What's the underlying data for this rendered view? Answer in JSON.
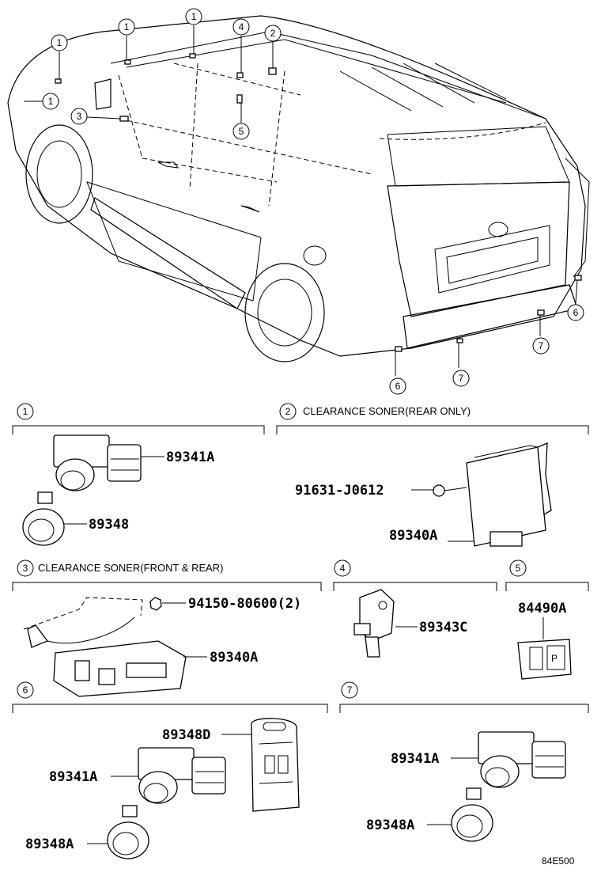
{
  "diagram": {
    "callouts": {
      "c1a": "1",
      "c1b": "1",
      "c1c": "1",
      "c1d": "1",
      "c2": "2",
      "c3": "3",
      "c4": "4",
      "c5": "5",
      "c6a": "6",
      "c6b": "6",
      "c7a": "7",
      "c7b": "7"
    },
    "sections": {
      "s1": {
        "num": "1",
        "caption": ""
      },
      "s2": {
        "num": "2",
        "caption": "CLEARANCE SONER(REAR ONLY)"
      },
      "s3": {
        "num": "3",
        "caption": "CLEARANCE SONER(FRONT & REAR)"
      },
      "s4": {
        "num": "4",
        "caption": ""
      },
      "s5": {
        "num": "5",
        "caption": ""
      },
      "s6": {
        "num": "6",
        "caption": ""
      },
      "s7": {
        "num": "7",
        "caption": ""
      }
    },
    "parts": {
      "p1_sensor": "89341A",
      "p1_retainer": "89348",
      "p2_bolt": "91631-J0612",
      "p2_ecu": "89340A",
      "p3_nut": "94150-80600(2)",
      "p3_ecu": "89340A",
      "p4_sensor": "89343C",
      "p5_switch": "84490A",
      "p6_bracket": "89348D",
      "p6_sensor": "89341A",
      "p6_retainer": "89348A",
      "p7_sensor": "89341A",
      "p7_retainer": "89348A"
    },
    "figure_code": "84E500"
  }
}
